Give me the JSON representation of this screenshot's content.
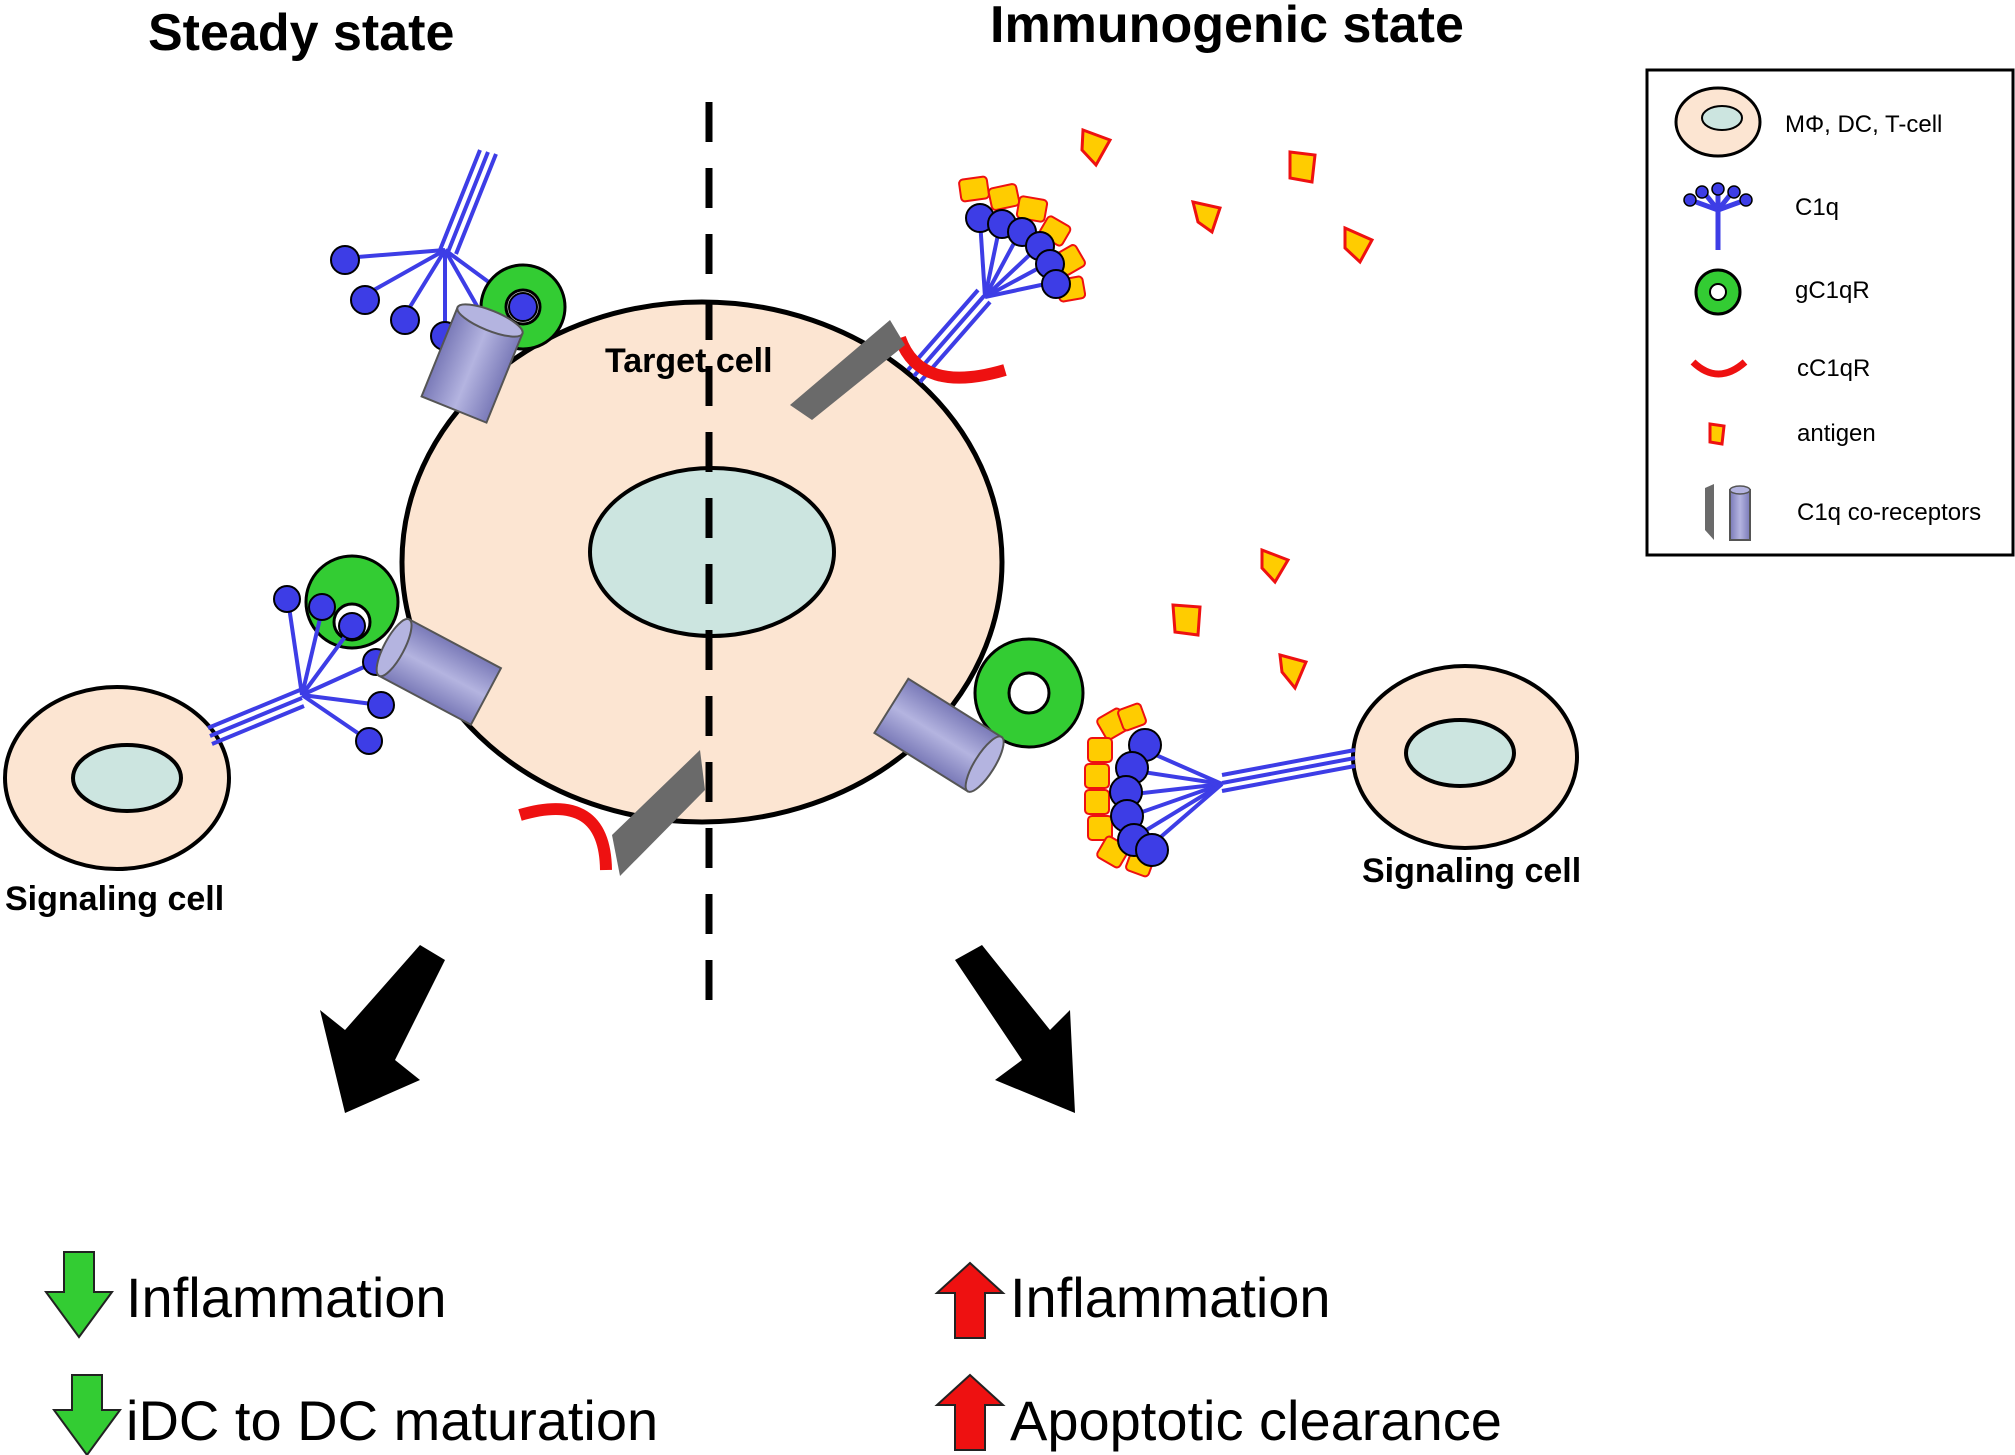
{
  "headings": {
    "steady": "Steady state",
    "immunogenic": "Immunogenic state"
  },
  "labels": {
    "target_cell": "Target cell",
    "signaling_cell_left": "Signaling cell",
    "signaling_cell_right": "Signaling cell"
  },
  "legend": [
    {
      "icon": "cell-icon",
      "label": "MΦ, DC, T-cell"
    },
    {
      "icon": "c1q-icon",
      "label": "C1q"
    },
    {
      "icon": "gc1qr-icon",
      "label": "gC1qR"
    },
    {
      "icon": "cc1qr-icon",
      "label": "cC1qR"
    },
    {
      "icon": "antigen-icon",
      "label": "antigen"
    },
    {
      "icon": "co-receptor-icon",
      "label": "C1q co-receptors"
    }
  ],
  "outcomes": {
    "steady": [
      {
        "direction": "down",
        "label": "Inflammation"
      },
      {
        "direction": "down",
        "label": "iDC to DC maturation"
      }
    ],
    "immunogenic": [
      {
        "direction": "up",
        "label": "Inflammation"
      },
      {
        "direction": "up",
        "label": "Apoptotic clearance"
      }
    ]
  },
  "colors": {
    "cell_fill": "#fce5d2",
    "nucleus_fill": "#cce5e0",
    "c1q_blue": "#3d3de6",
    "gc1qr_green": "#33cc33",
    "cc1qr_red": "#ee1111",
    "antigen_fill": "#ffcc00",
    "antigen_stroke": "#ee1111",
    "coreceptor_gray": "#6a6a6a",
    "coreceptor_purple": "#9a9ad0",
    "arrow_down_green": "#33cc33",
    "arrow_up_red": "#ee1111"
  }
}
